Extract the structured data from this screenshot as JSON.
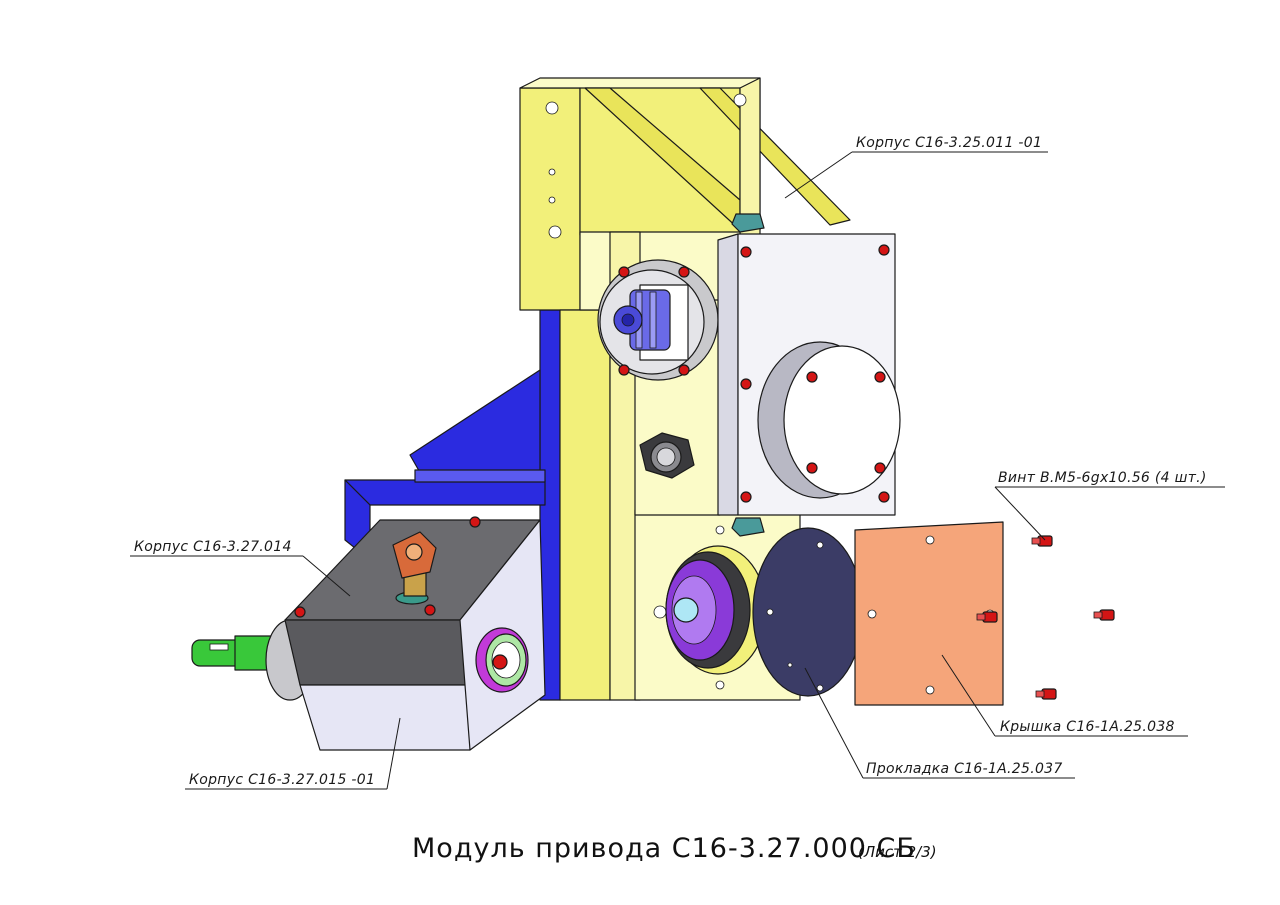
{
  "labels": {
    "housing_top": "Корпус С16-3.25.011 -01",
    "screw": "Винт В.М5-6gx10.56 (4 шт.)",
    "housing_left": "Корпус С16-3.27.014",
    "housing_bottom": "Корпус С16-3.27.015 -01",
    "cover": "Крышка С16-1А.25.038",
    "gasket": "Прокладка С16-1А.25.037"
  },
  "title": {
    "main": "Модуль привода С16-3.27.000 СБ",
    "sheet": "(Лист 2/3)"
  },
  "colors": {
    "yellow": "#f2f07a",
    "yellow_light": "#fbfbc8",
    "blue": "#2b2be0",
    "gray_dark": "#6b6b6f",
    "lavender": "#e6e6f5",
    "green": "#39c83a",
    "orange": "#f5a57a",
    "navy": "#3b3c66",
    "red": "#d41515"
  }
}
